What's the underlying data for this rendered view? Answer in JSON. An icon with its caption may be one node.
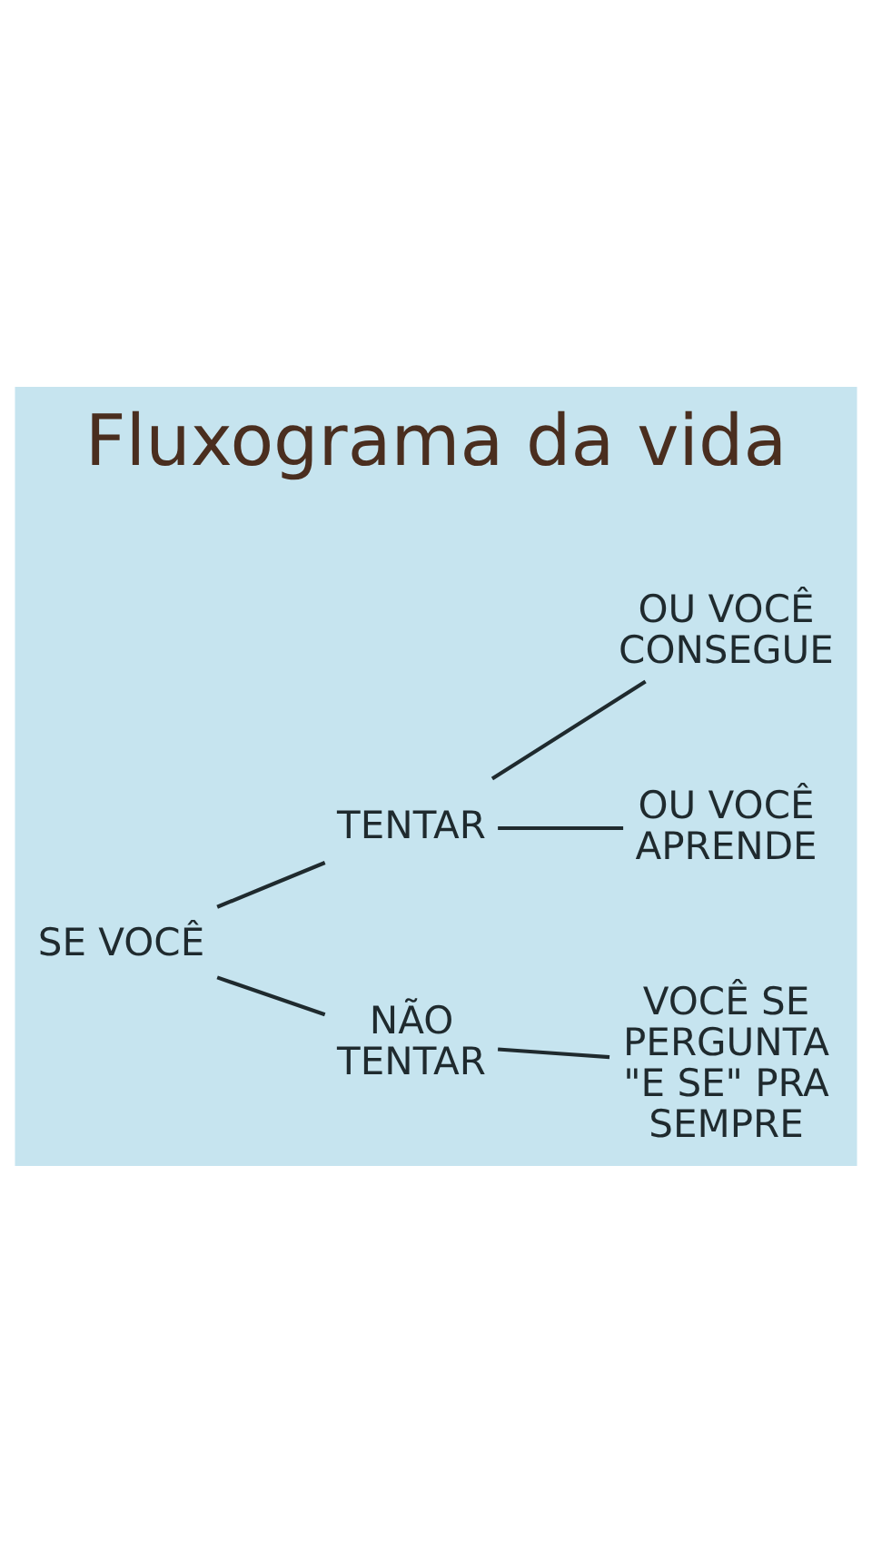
{
  "diagram": {
    "title": "Fluxograma da vida",
    "nodes": [
      {
        "text": [
          "SE VOCÊ"
        ]
      },
      {
        "text": [
          "TENTAR"
        ]
      },
      {
        "text": [
          "OU VOCÊ CONSEGUE"
        ]
      },
      {
        "text": [
          "OU VOCÊ APRENDE"
        ]
      },
      {
        "text": [
          "NÃO TENTAR"
        ]
      },
      {
        "text": [
          "VOCÊ SE PERGUNTA \"E SE\" PRA SEMPRE"
        ]
      }
    ],
    "edges": [
      {
        "from": 0,
        "to": 1,
        "arrow": "none"
      },
      {
        "from": 1,
        "to": 2,
        "arrow": "none"
      },
      {
        "from": 1,
        "to": 3,
        "arrow": "none"
      },
      {
        "from": 0,
        "to": 4,
        "arrow": "none"
      },
      {
        "from": 4,
        "to": 5,
        "arrow": "none"
      }
    ]
  }
}
